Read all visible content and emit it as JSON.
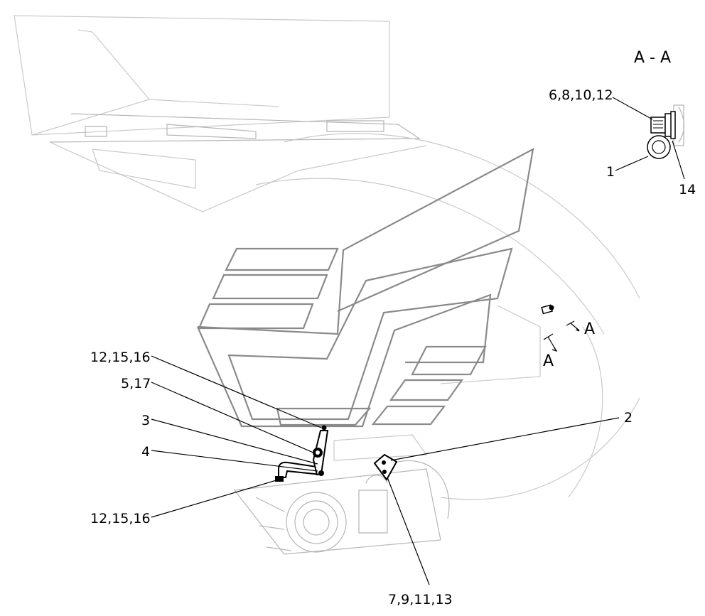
{
  "section": {
    "title": "A - A",
    "callouts": [
      "6,8,10,12",
      "1",
      "14"
    ]
  },
  "section_marks": [
    "A",
    "A"
  ],
  "callouts": {
    "c_12_15_16_top": "12,15,16",
    "c_5_17": "5,17",
    "c_3": "3",
    "c_4": "4",
    "c_12_15_16_bottom": "12,15,16",
    "c_2": "2",
    "c_7_9_11_13": "7,9,11,13"
  }
}
